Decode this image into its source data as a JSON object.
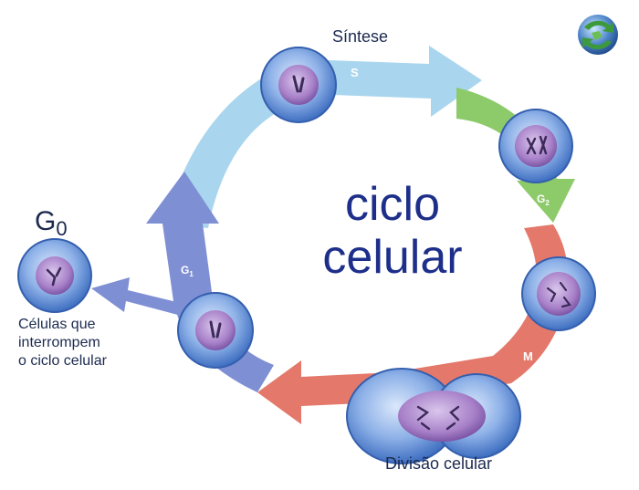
{
  "diagram": {
    "title_line1": "ciclo",
    "title_line2": "celular",
    "phases": {
      "s": "S",
      "g2_main": "G",
      "g2_sub": "2",
      "m": "M",
      "g1_main": "G",
      "g1_sub": "1"
    },
    "labels": {
      "sintese": "Síntese",
      "divisao": "Divisão celular",
      "g0_main": "G",
      "g0_sub": "0",
      "g0_desc_1": "Células que",
      "g0_desc_2": "interrompem",
      "g0_desc_3": "o ciclo celular"
    },
    "colors": {
      "s_arrow": "#a9d6ee",
      "g2_arrow": "#8dca6a",
      "m_arrow": "#e4786a",
      "g1_arrow": "#7f8fd4",
      "cell": "#5b8fd0",
      "nucleus": "#9a6fb8",
      "title": "#1d2f8a"
    },
    "icons": {
      "corner": "globe-recycle-icon"
    }
  }
}
